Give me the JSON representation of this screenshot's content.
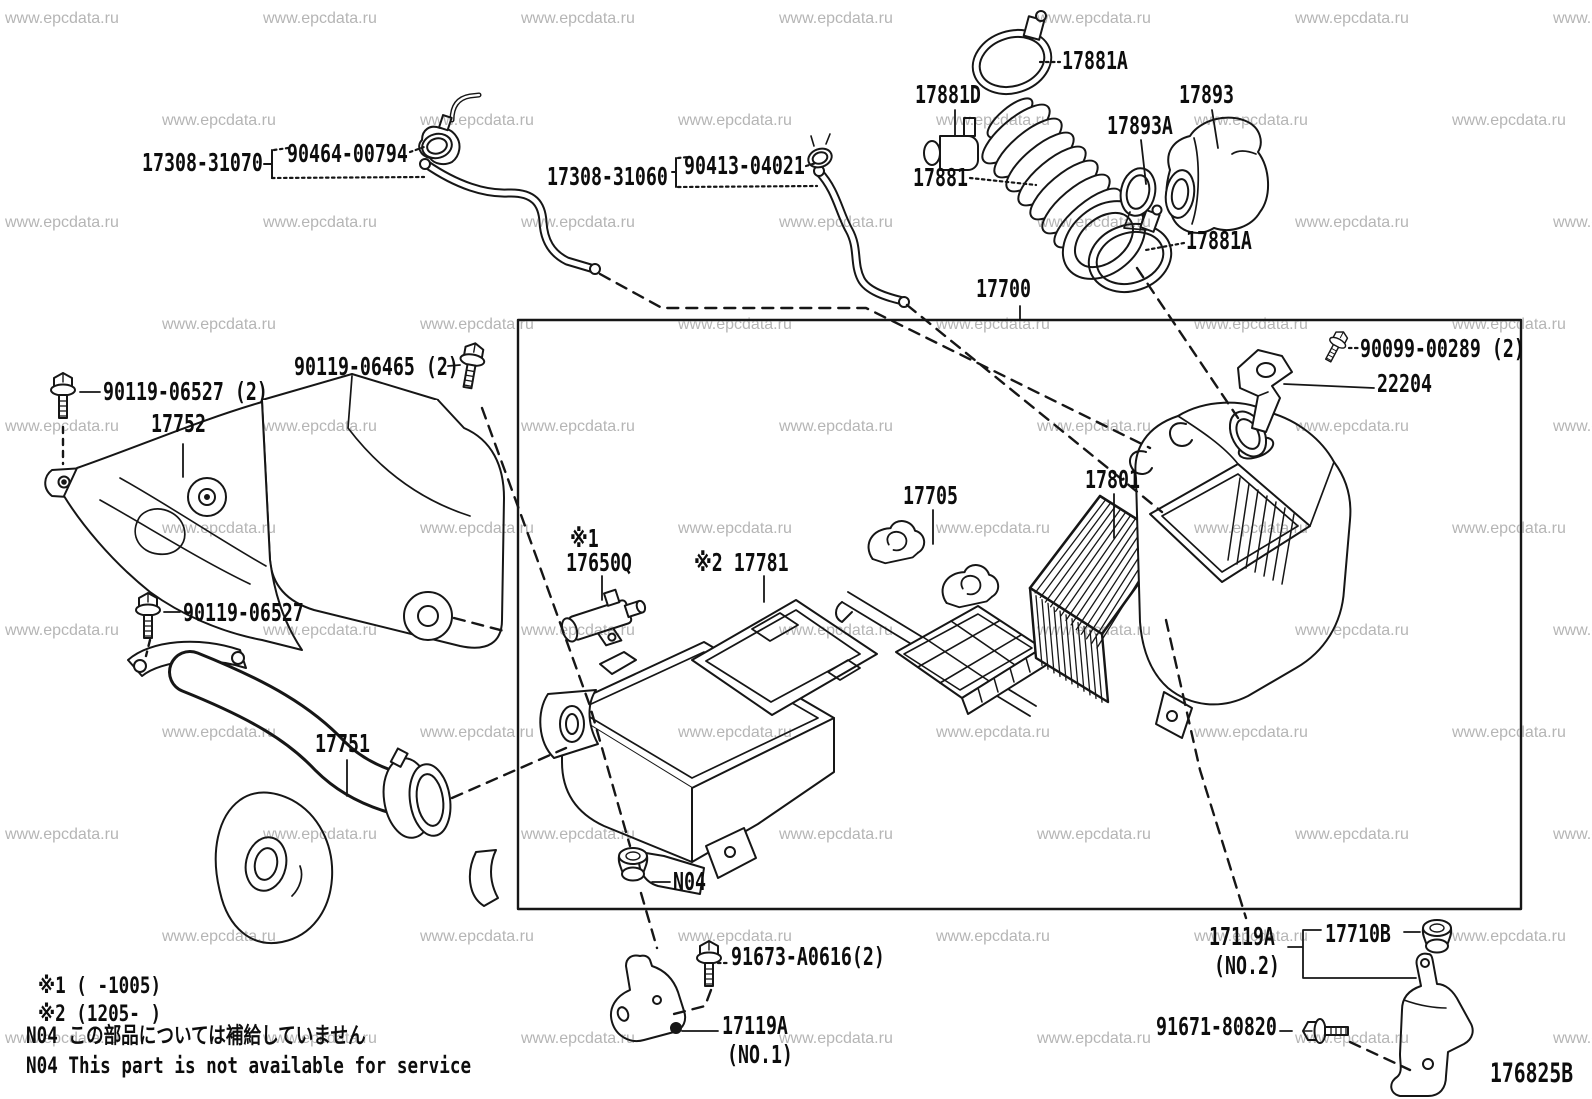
{
  "watermark": {
    "text": "www.epcdata.ru"
  },
  "diagram_code": "176825B",
  "parts": {
    "hose2": "17308-31070",
    "hose2_clamp": "90464-00794",
    "hose1": "17308-31060",
    "hose1_clamp": "90413-04021",
    "intake_clamp_upper": "17881A",
    "intake_connector": "17881D",
    "air_inlet": "17893",
    "air_inlet_clamp": "17893A",
    "intake_hose": "17881",
    "intake_clamp_lower": "17881A",
    "air_cleaner_assy": "17700",
    "maf_screw": "90099-00289 (2)",
    "maf_sensor": "22204",
    "resonator_bolt_front": "90119-06465 (2)",
    "resonator_bolt_rear": "90119-06527 (2)",
    "resonator": "17752",
    "vsv_ref": "※1",
    "vsv": "17650Q",
    "gasket_ref": "※2 17781",
    "cover_clamp": "17705",
    "filter_element": "17801",
    "duct_bolt": "90119-06527",
    "air_duct": "17751",
    "grommet": "N04",
    "bracket1_bolt": "91673-A0616(2)",
    "bracket1": "17119A",
    "bracket1_no": "(NO.1)",
    "bracket2": "17119A",
    "bracket2_no": "(NO.2)",
    "bracket2_grommet": "17710B",
    "bracket2_bolt": "91671-80820"
  },
  "notes": {
    "ref1": "※1 (    -1005)",
    "ref2": "※2 (1205-    )",
    "n04_jp": "N04 この部品については補給していません",
    "n04_en": "N04 This part is not available for service"
  }
}
